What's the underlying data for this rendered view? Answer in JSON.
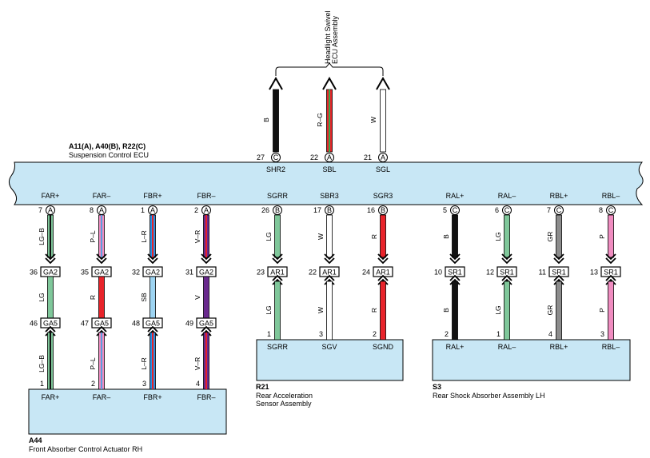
{
  "header": {
    "swivel_line1": "Headlight Swivel",
    "swivel_line2": "ECU Assembly"
  },
  "ecu": {
    "id": "A11(A), A40(B), R22(C)",
    "name": "Suspension Control ECU"
  },
  "top_pins": [
    {
      "pin": "27",
      "conn": "C",
      "signal": "SHR2",
      "wire": "B",
      "colors": [
        "#111111"
      ]
    },
    {
      "pin": "22",
      "conn": "A",
      "signal": "SBL",
      "wire": "R–G",
      "colors": [
        "#e8232a",
        "#3aa64a"
      ]
    },
    {
      "pin": "21",
      "conn": "A",
      "signal": "SGL",
      "wire": "W",
      "colors": [
        "#ffffff"
      ]
    }
  ],
  "bottom_pins": [
    {
      "signal": "FAR+",
      "pin": "7",
      "conn": "A",
      "wire_up": "LG–B",
      "up_colors": [
        "#7fc79a",
        "#111111"
      ],
      "j1": "36",
      "j1c": "GA2",
      "wire_mid": "LG",
      "mid_colors": [
        "#7fc79a"
      ],
      "j2": "46",
      "j2c": "GA5",
      "wire_low": "LG–B",
      "low_colors": [
        "#7fc79a",
        "#111111"
      ],
      "tpin": "1",
      "tsignal": "FAR+"
    },
    {
      "signal": "FAR–",
      "pin": "8",
      "conn": "A",
      "wire_up": "P–L",
      "up_colors": [
        "#f08cc0",
        "#5aa0e0"
      ],
      "j1": "35",
      "j1c": "GA2",
      "wire_mid": "R",
      "mid_colors": [
        "#e8232a"
      ],
      "j2": "47",
      "j2c": "GA5",
      "wire_low": "P–L",
      "low_colors": [
        "#f08cc0",
        "#5aa0e0"
      ],
      "tpin": "2",
      "tsignal": "FAR–"
    },
    {
      "signal": "FBR+",
      "pin": "1",
      "conn": "A",
      "wire_up": "L–R",
      "up_colors": [
        "#2e8fe0",
        "#e8232a"
      ],
      "j1": "32",
      "j1c": "GA2",
      "wire_mid": "SB",
      "mid_colors": [
        "#9dd4f2"
      ],
      "j2": "48",
      "j2c": "GA5",
      "wire_low": "L–R",
      "low_colors": [
        "#2e8fe0",
        "#e8232a"
      ],
      "tpin": "3",
      "tsignal": "FBR+"
    },
    {
      "signal": "FBR–",
      "pin": "2",
      "conn": "A",
      "wire_up": "V–R",
      "up_colors": [
        "#6a2a8e",
        "#e8232a"
      ],
      "j1": "31",
      "j1c": "GA2",
      "wire_mid": "V",
      "mid_colors": [
        "#6a2a8e"
      ],
      "j2": "49",
      "j2c": "GA5",
      "wire_low": "V–R",
      "low_colors": [
        "#6a2a8e",
        "#e8232a"
      ],
      "tpin": "4",
      "tsignal": "FBR–"
    },
    {
      "signal": "SGRR",
      "pin": "26",
      "conn": "B",
      "wire_up": "LG",
      "up_colors": [
        "#7fc79a"
      ],
      "j1": "23",
      "j1c": "AR1",
      "wire_low": "LG",
      "low_colors": [
        "#7fc79a"
      ],
      "tpin": "1",
      "tsignal": "SGRR"
    },
    {
      "signal": "SBR3",
      "pin": "17",
      "conn": "B",
      "wire_up": "W",
      "up_colors": [
        "#ffffff"
      ],
      "j1": "22",
      "j1c": "AR1",
      "wire_low": "W",
      "low_colors": [
        "#ffffff"
      ],
      "tpin": "3",
      "tsignal": "SGV"
    },
    {
      "signal": "SGR3",
      "pin": "16",
      "conn": "B",
      "wire_up": "R",
      "up_colors": [
        "#e8232a"
      ],
      "j1": "24",
      "j1c": "AR1",
      "wire_low": "R",
      "low_colors": [
        "#e8232a"
      ],
      "tpin": "2",
      "tsignal": "SGND"
    },
    {
      "signal": "RAL+",
      "pin": "5",
      "conn": "C",
      "wire_up": "B",
      "up_colors": [
        "#111111"
      ],
      "j1": "10",
      "j1c": "SR1",
      "wire_low": "B",
      "low_colors": [
        "#111111"
      ],
      "tpin": "2",
      "tsignal": "RAL+"
    },
    {
      "signal": "RAL–",
      "pin": "6",
      "conn": "C",
      "wire_up": "LG",
      "up_colors": [
        "#7fc79a"
      ],
      "j1": "12",
      "j1c": "SR1",
      "wire_low": "LG",
      "low_colors": [
        "#7fc79a"
      ],
      "tpin": "1",
      "tsignal": "RAL–"
    },
    {
      "signal": "RBL+",
      "pin": "7",
      "conn": "C",
      "wire_up": "GR",
      "up_colors": [
        "#8c8c8c"
      ],
      "j1": "11",
      "j1c": "SR1",
      "wire_low": "GR",
      "low_colors": [
        "#8c8c8c"
      ],
      "tpin": "4",
      "tsignal": "RBL+"
    },
    {
      "signal": "RBL–",
      "pin": "8",
      "conn": "C",
      "wire_up": "P",
      "up_colors": [
        "#f08cc0"
      ],
      "j1": "13",
      "j1c": "SR1",
      "wire_low": "P",
      "low_colors": [
        "#f08cc0"
      ],
      "tpin": "3",
      "tsignal": "RBL–"
    }
  ],
  "components": {
    "a44": {
      "id": "A44",
      "name": "Front Absorber Control Actuator RH"
    },
    "r21": {
      "id": "R21",
      "name_line1": "Rear Acceleration",
      "name_line2": "Sensor Assembly"
    },
    "s3": {
      "id": "S3",
      "name": "Rear Shock Absorber Assembly LH"
    }
  },
  "colors": {
    "component_fill": "#c8e7f5",
    "stroke": "#000000"
  }
}
